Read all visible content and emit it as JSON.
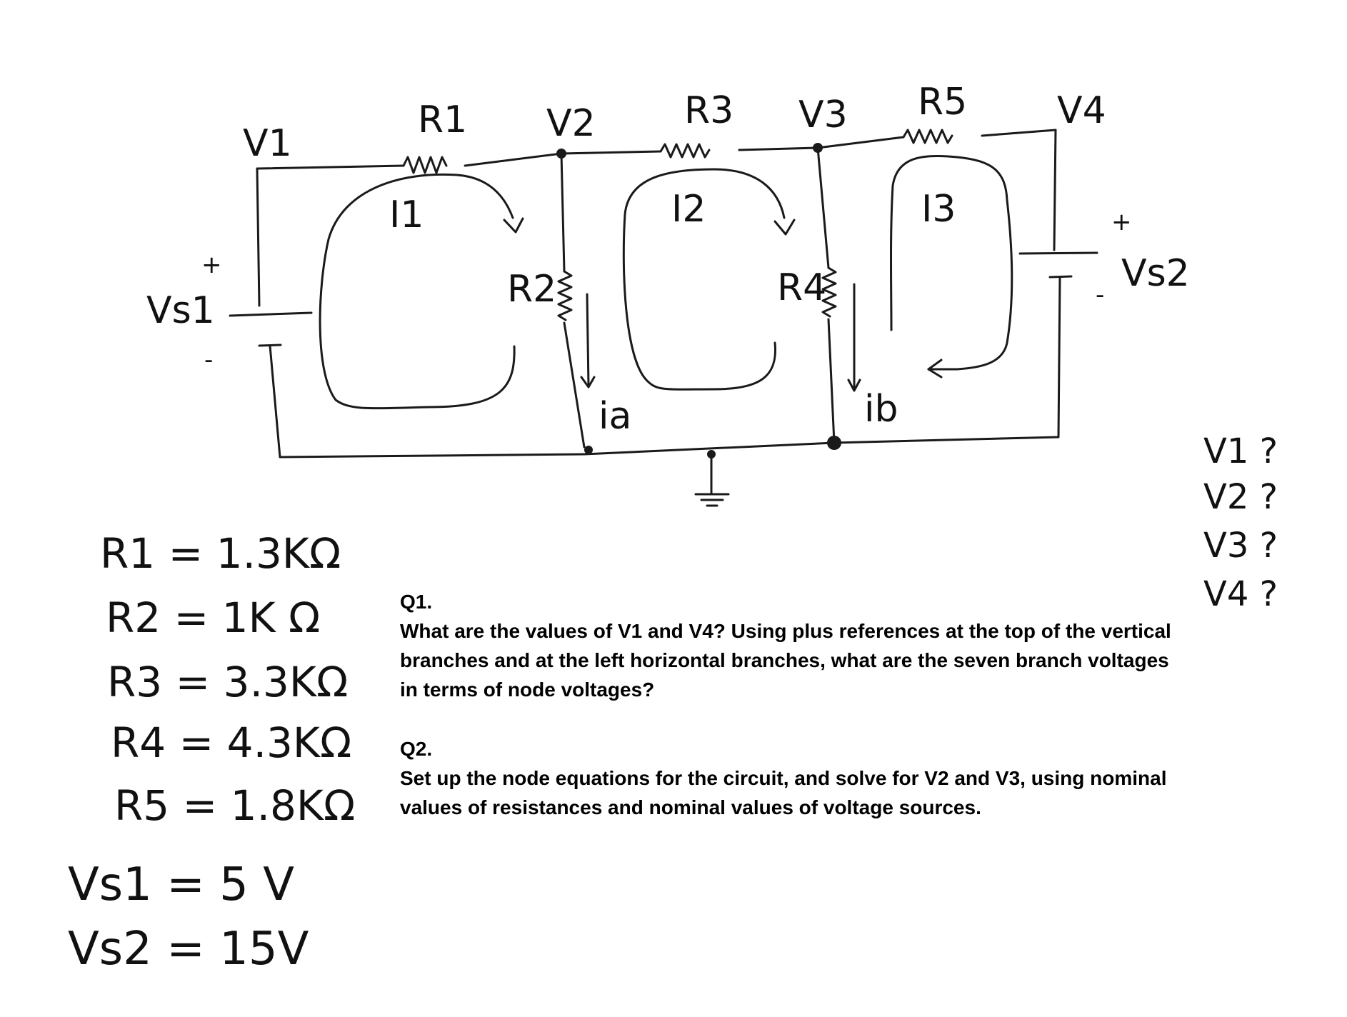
{
  "labels": {
    "v1": "V1",
    "v2": "V2",
    "v3": "V3",
    "v4": "V4",
    "r1": "R1",
    "r2": "R2",
    "r3": "R3",
    "r4": "R4",
    "r5": "R5",
    "i1": "I1",
    "i2": "I2",
    "i3": "I3",
    "vs1": "Vs1",
    "vs2": "Vs2",
    "ia": "ia",
    "ib": "ib",
    "plus": "+",
    "minus": "-"
  },
  "values": [
    "R1 = 1.3KΩ",
    "R2 = 1K Ω",
    "R3 = 3.3KΩ",
    "R4 = 4.3KΩ",
    "R5 = 1.8KΩ"
  ],
  "sources": [
    "Vs1 = 5 V",
    "Vs2 = 15V"
  ],
  "unknowns": [
    "V1 ?",
    "V2 ?",
    "V3 ?",
    "V4 ?"
  ],
  "questions": [
    {
      "label": "Q1.",
      "text": "What are the values of V1 and V4? Using plus references at the top of the vertical branches and at the left horizontal branches, what are the seven branch voltages in terms of node voltages?"
    },
    {
      "label": "Q2.",
      "text": "Set up the node equations for the circuit, and solve for V2 and V3, using nominal values of resistances and nominal values of voltage sources."
    }
  ]
}
